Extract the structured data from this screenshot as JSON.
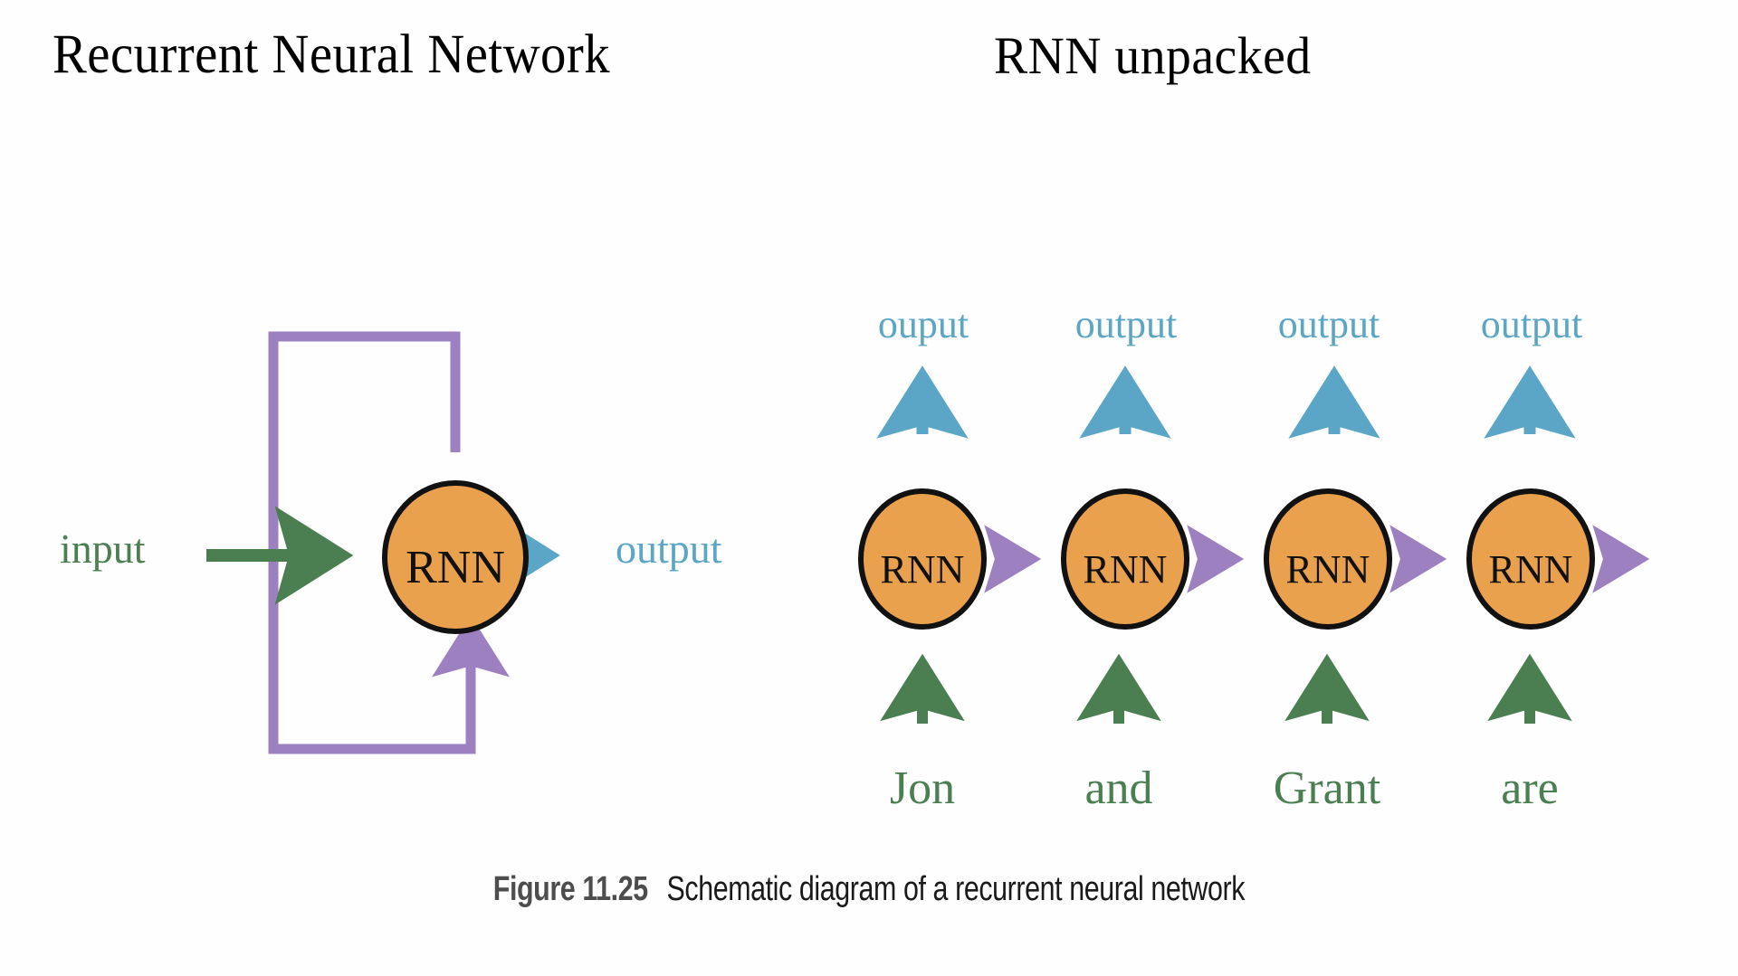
{
  "titles": {
    "left": "Recurrent Neural Network",
    "right": "RNN unpacked"
  },
  "colors": {
    "node_fill": "#e8a council",
    "node_fill_hex": "#e9a košice",
    "orange": "#e9a14e",
    "node_stroke": "#111111",
    "purple": "#9d80bf",
    "green": "#4b7f52",
    "blue": "#5ba6c7",
    "background": "#fefefe",
    "caption_number": "#4d4d4d",
    "caption_text": "#1a1a1a"
  },
  "left_diagram": {
    "name": "Recurrent Neural Network",
    "node_label": "RNN",
    "input_label": "input",
    "output_label": "output",
    "recurrent_loop": "self-loop from node top, around left, back into node bottom"
  },
  "right_diagram": {
    "name": "RNN unpacked",
    "node_label": "RNN",
    "steps": [
      {
        "output_label": "ouput",
        "input_word": "Jon"
      },
      {
        "output_label": "output",
        "input_word": "and"
      },
      {
        "output_label": "output",
        "input_word": "Grant"
      },
      {
        "output_label": "output",
        "input_word": "are"
      }
    ],
    "trailing_arrow": true
  },
  "caption": {
    "figure_number": "Figure 11.25",
    "text": "Schematic diagram of a recurrent neural network"
  }
}
